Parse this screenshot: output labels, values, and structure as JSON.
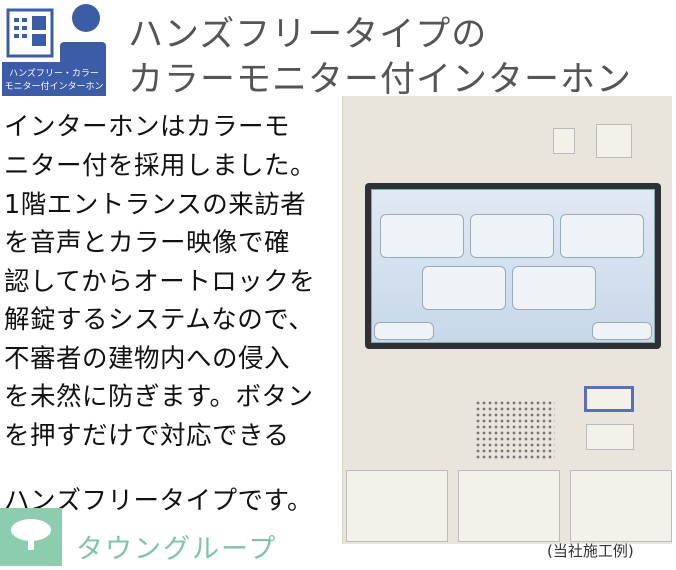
{
  "icon": {
    "name": "intercom-monitor-icon",
    "label_line1": "ハンズフリー・カラー",
    "label_line2": "モニター付インターホン",
    "color": "#3d5ca8"
  },
  "title": {
    "line1": "ハンズフリータイプの",
    "line2": "カラーモニター付インターホン"
  },
  "body": [
    "インターホンはカラーモ",
    "ニター付を採用しました。",
    "1階エントランスの来訪者",
    "を音声とカラー映像で確",
    "認してからオートロックを",
    "解錠するシステムなので、",
    "不審者の建物内への侵入",
    "を未然に防ぎます。ボタン",
    "を押すだけで対応できる",
    "ハンズフリータイプです。"
  ],
  "logo": {
    "text": "タウングループ",
    "color": "#7fc4a6"
  },
  "caption": "(当社施工例)"
}
